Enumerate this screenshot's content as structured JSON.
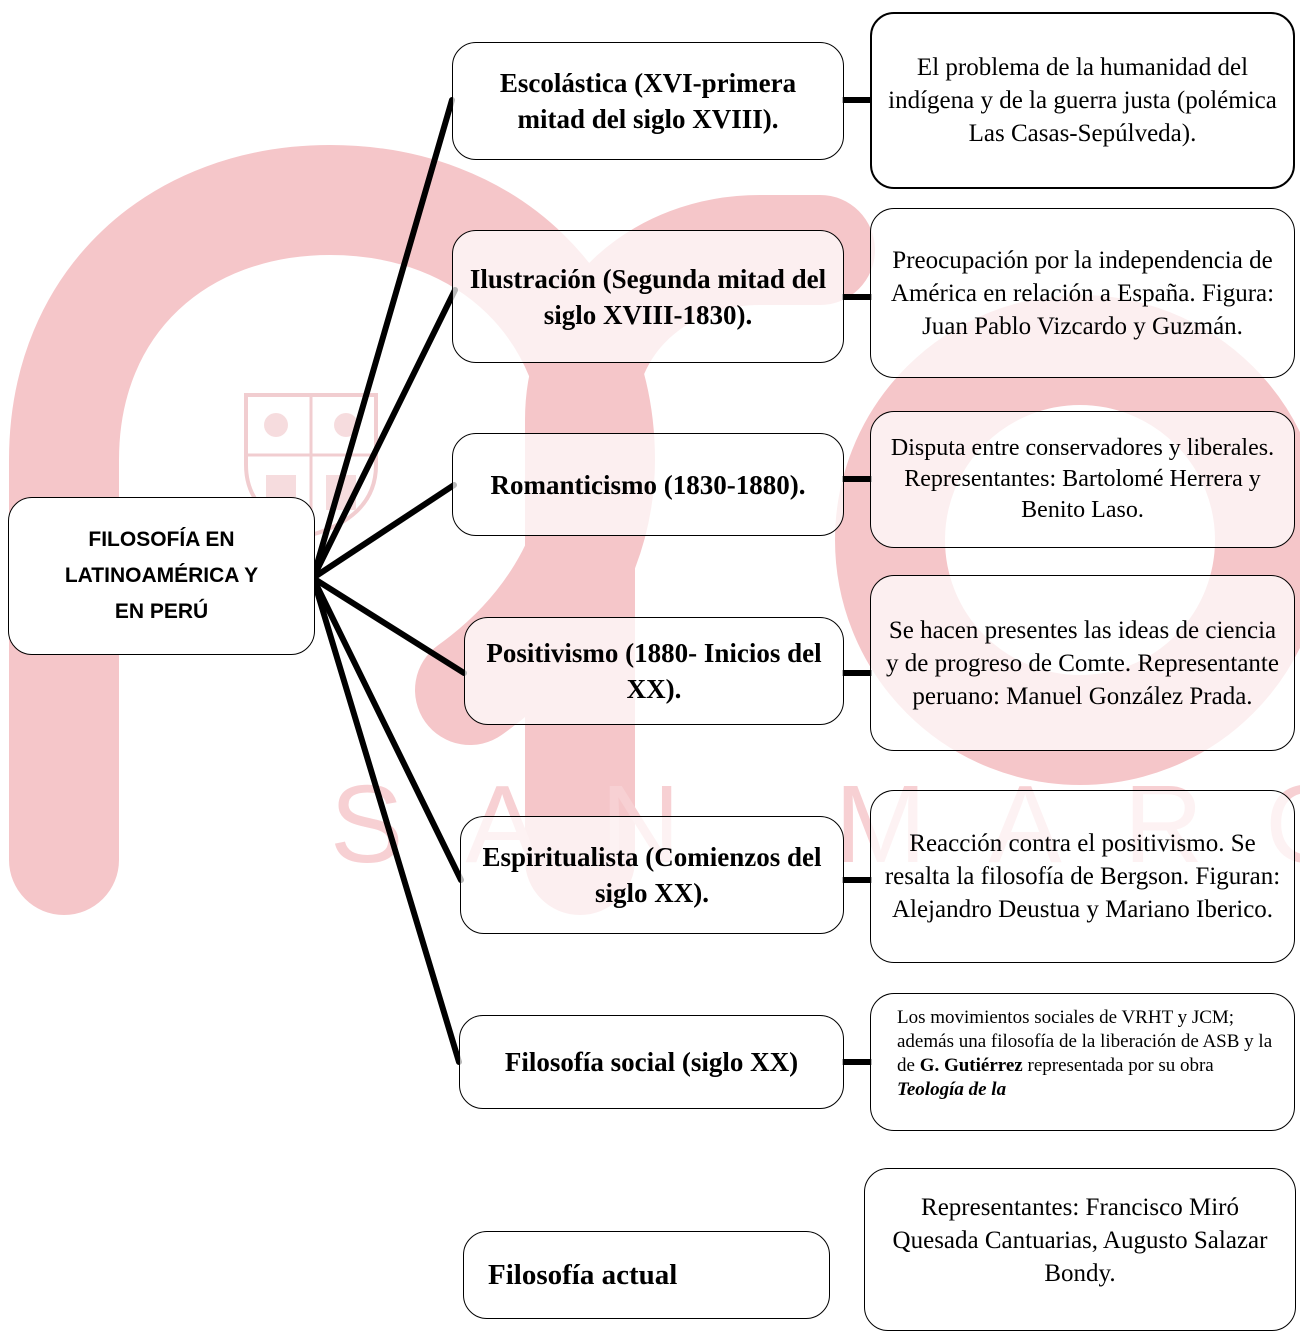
{
  "watermark": {
    "text": "SAN MARCOS",
    "color": "#e8474f"
  },
  "root": {
    "line1": "FILOSOFÍA EN",
    "line2": "LATINOAMÉRICA Y",
    "line3": "EN PERÚ"
  },
  "eras": [
    {
      "label": "Escolástica (XVI-primera mitad del siglo XVIII)."
    },
    {
      "label": "Ilustración (Segunda mitad del siglo XVIII-1830)."
    },
    {
      "label": "Romanticismo (1830-1880)."
    },
    {
      "label": "Positivismo (1880- Inicios del XX)."
    },
    {
      "label": "Espiritualista (Comienzos del siglo XX)."
    },
    {
      "label": "Filosofía  social (siglo XX)"
    },
    {
      "label": "Filosofía actual"
    }
  ],
  "descriptions": [
    {
      "text": "El problema de la humanidad del indígena y de la guerra justa (polémica Las Casas-Sepúlveda)."
    },
    {
      "text": "Preocupación por la independencia de América en relación a España. Figura: Juan Pablo Vizcardo y Guzmán."
    },
    {
      "text": "Disputa entre conservadores y liberales. Representantes: Bartolomé Herrera y Benito Laso."
    },
    {
      "text": "Se hacen presentes las ideas de ciencia y de progreso de Comte. Representante peruano: Manuel González Prada."
    },
    {
      "text": "Reacción contra el positivismo. Se resalta la filosofía de Bergson. Figuran: Alejandro Deustua y Mariano Iberico."
    },
    {
      "part1": "Los movimientos sociales de VRHT y JCM; además una filosofía de la liberación de ASB y la de ",
      "bold": "G. Gutiérrez",
      "part2": " representada por su obra ",
      "italic": "Teología de la"
    },
    {
      "text": "Representantes: Francisco Miró Quesada Cantuarias, Augusto Salazar Bondy."
    }
  ]
}
